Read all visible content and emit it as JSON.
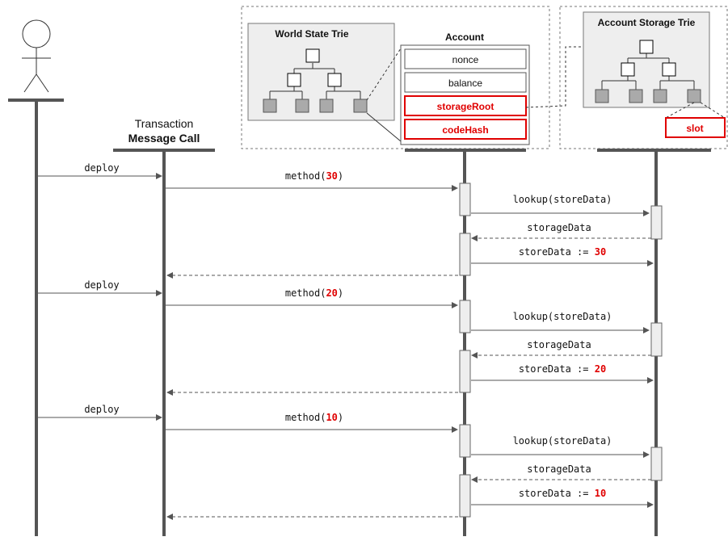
{
  "participants": {
    "transaction_title": "Transaction",
    "transaction_subtitle": "Message Call"
  },
  "world_state": {
    "title": "World State Trie"
  },
  "account": {
    "title": "Account",
    "fields": [
      "nonce",
      "balance",
      "storageRoot",
      "codeHash"
    ]
  },
  "storage": {
    "title": "Account Storage Trie",
    "slot_label": "slot"
  },
  "rounds": [
    {
      "deploy": "deploy",
      "method_prefix": "method(",
      "method_value": "30",
      "method_suffix": ")",
      "lookup": "lookup(storeData)",
      "return": "storageData",
      "store_prefix": "storeData := ",
      "store_value": "30"
    },
    {
      "deploy": "deploy",
      "method_prefix": "method(",
      "method_value": "20",
      "method_suffix": ")",
      "lookup": "lookup(storeData)",
      "return": "storageData",
      "store_prefix": "storeData := ",
      "store_value": "20"
    },
    {
      "deploy": "deploy",
      "method_prefix": "method(",
      "method_value": "10",
      "method_suffix": ")",
      "lookup": "lookup(storeData)",
      "return": "storageData",
      "store_prefix": "storeData := ",
      "store_value": "10"
    }
  ],
  "colors": {
    "highlight": "#e00000",
    "line": "#555555",
    "box_fill": "#eeeeee"
  }
}
